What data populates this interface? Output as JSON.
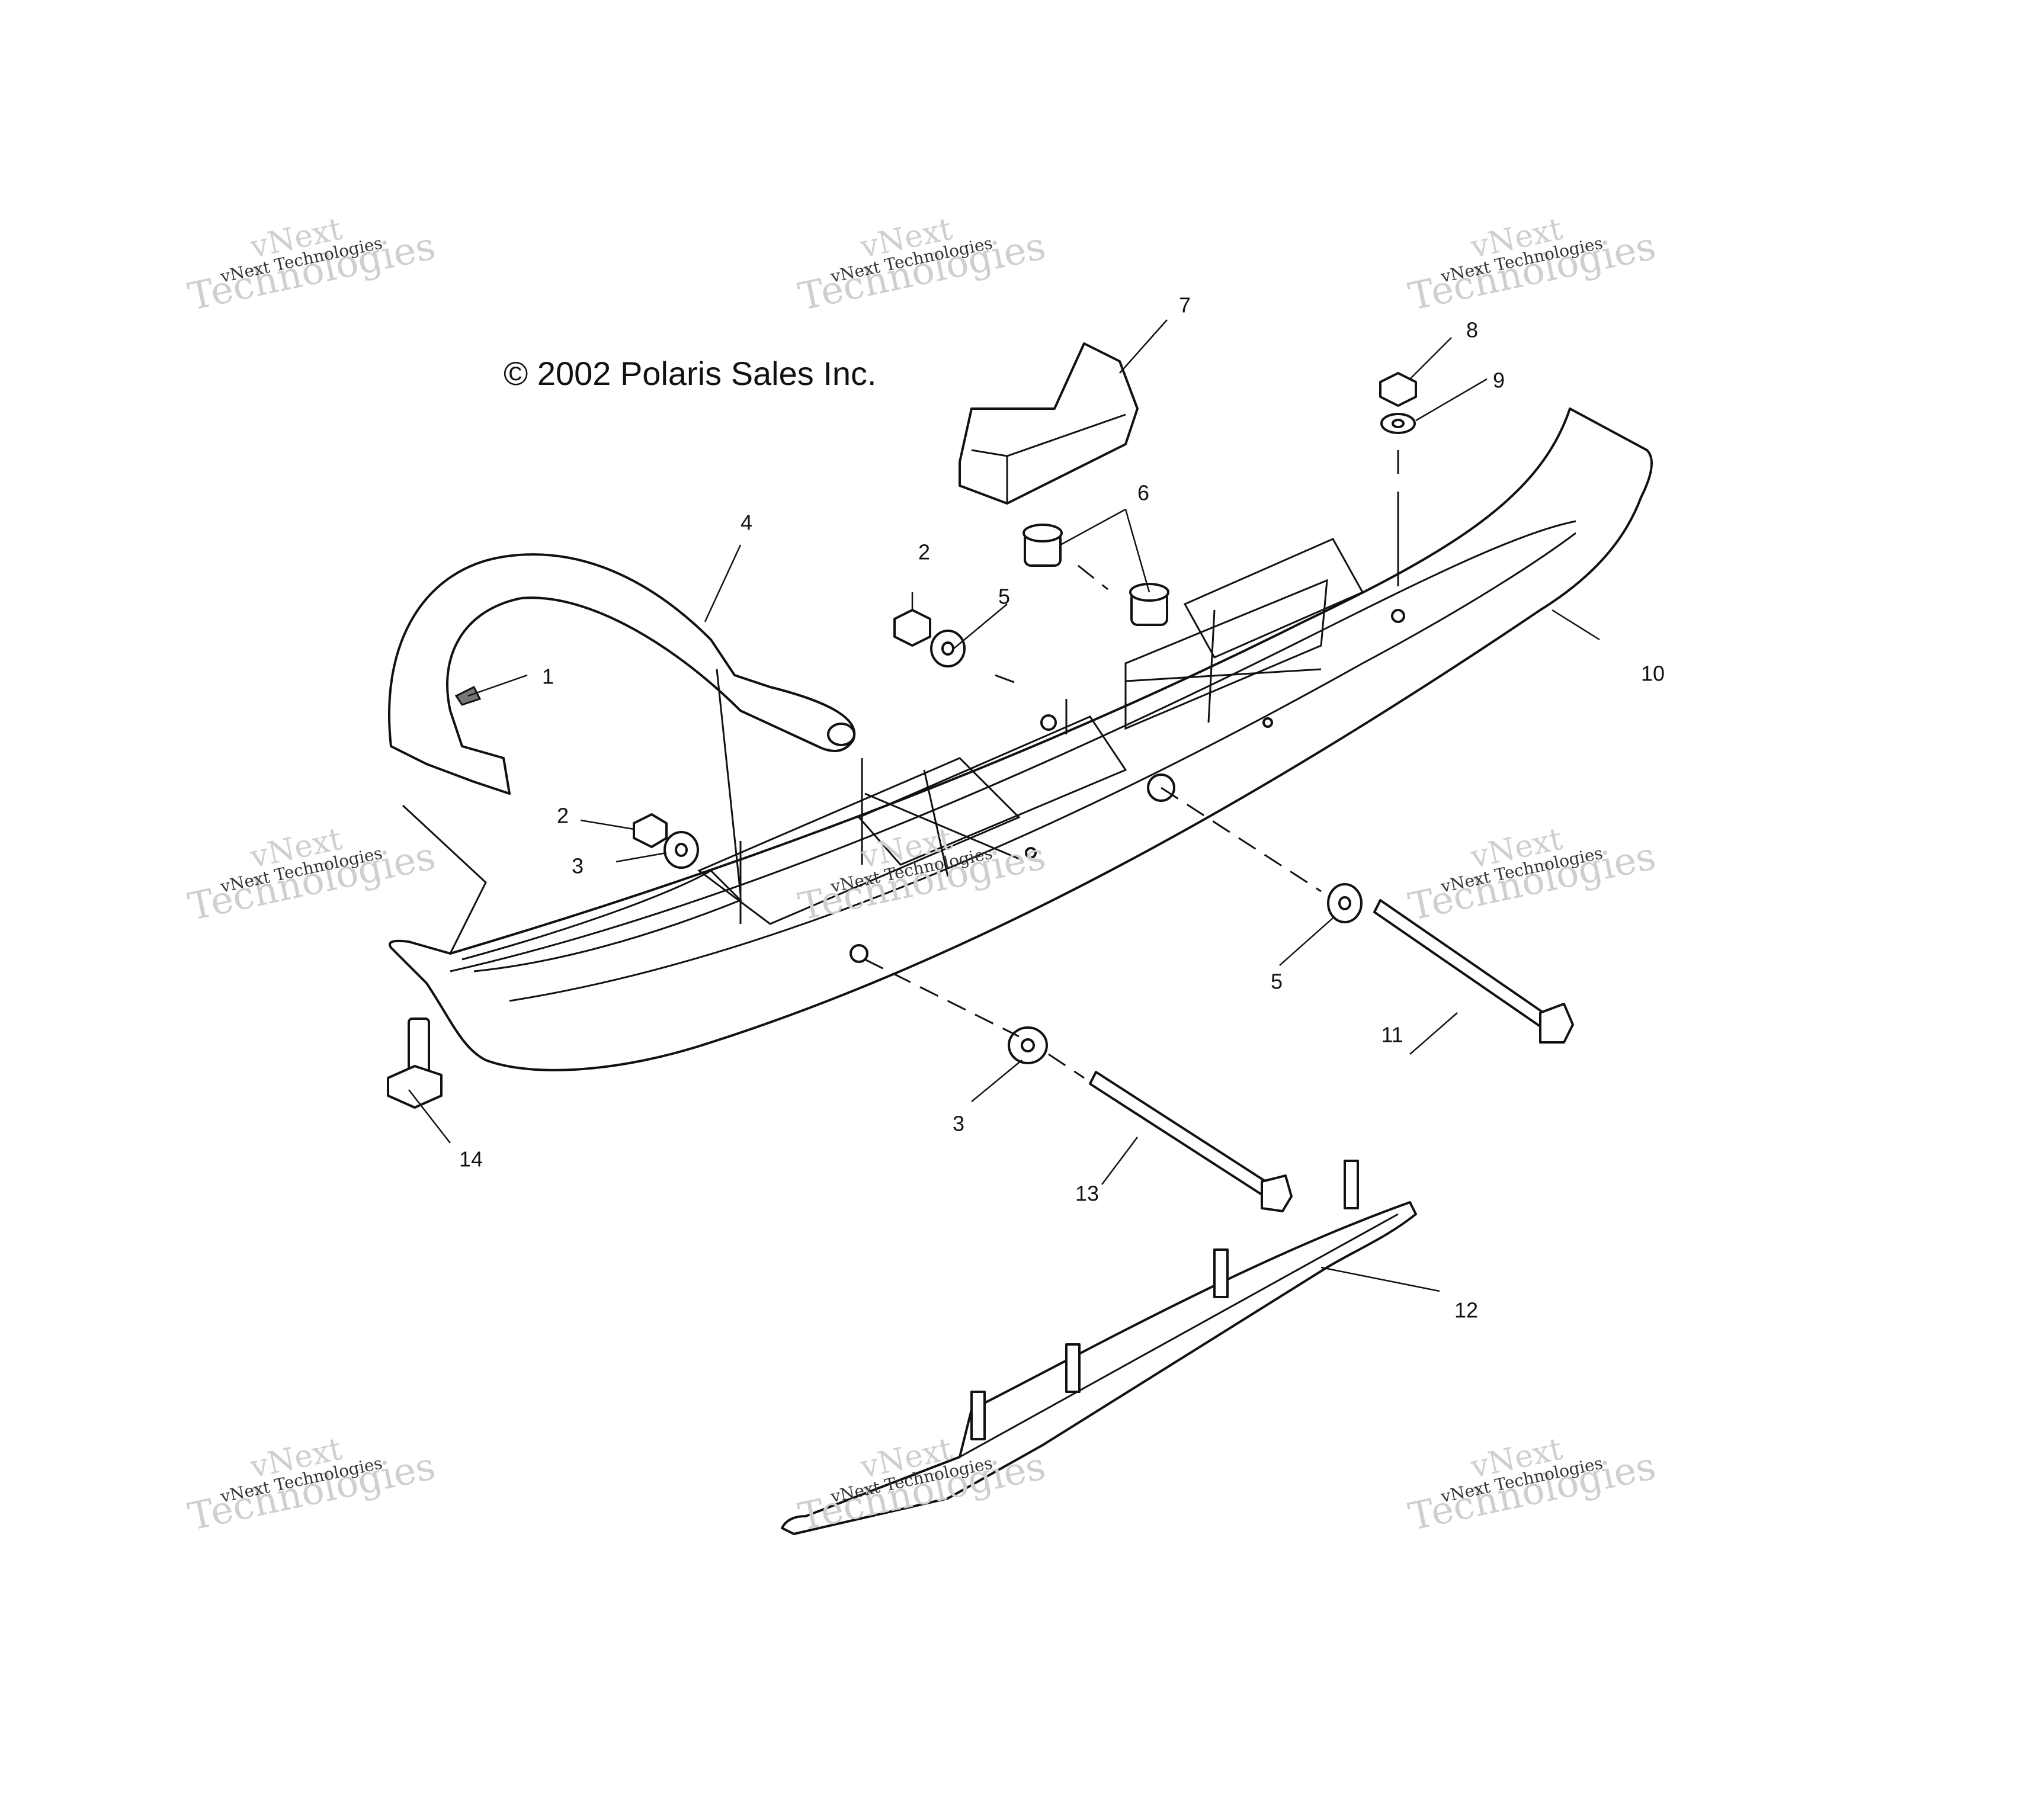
{
  "copyright": "© 2002 Polaris Sales Inc.",
  "watermark": {
    "line1": "vNext",
    "line2": "Technologies",
    "small": "vNext Technologies",
    "color": "#cfcfcf"
  },
  "callouts": [
    {
      "id": "c1",
      "label": "1"
    },
    {
      "id": "c2a",
      "label": "2"
    },
    {
      "id": "c2b",
      "label": "2"
    },
    {
      "id": "c3a",
      "label": "3"
    },
    {
      "id": "c3b",
      "label": "3"
    },
    {
      "id": "c4",
      "label": "4"
    },
    {
      "id": "c5a",
      "label": "5"
    },
    {
      "id": "c5b",
      "label": "5"
    },
    {
      "id": "c6",
      "label": "6"
    },
    {
      "id": "c7",
      "label": "7"
    },
    {
      "id": "c8",
      "label": "8"
    },
    {
      "id": "c9",
      "label": "9"
    },
    {
      "id": "c10",
      "label": "10"
    },
    {
      "id": "c11",
      "label": "11"
    },
    {
      "id": "c12",
      "label": "12"
    },
    {
      "id": "c13",
      "label": "13"
    },
    {
      "id": "c14",
      "label": "14"
    }
  ]
}
